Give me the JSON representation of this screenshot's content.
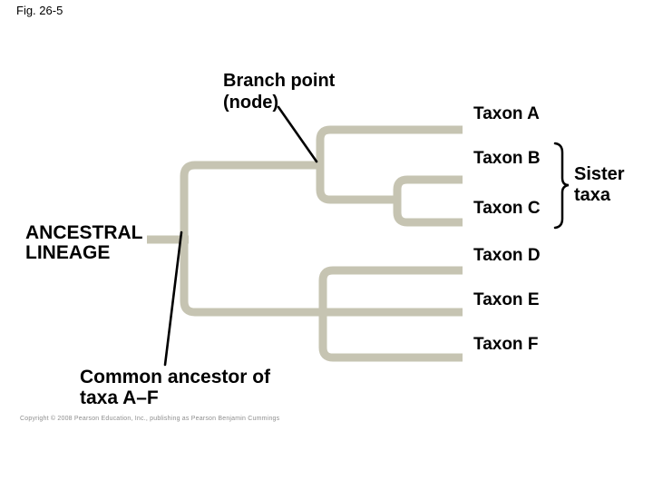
{
  "figure": {
    "id_label": "Fig. 26-5",
    "copyright": "Copyright © 2008 Pearson Education, Inc., publishing as Pearson Benjamin Cummings"
  },
  "diagram": {
    "type": "phylogenetic-tree",
    "newick_as_drawn": "((A,(B,C)),(D,E,F))",
    "annotations": {
      "branch_point": {
        "line1": "Branch point",
        "line2": "(node)"
      },
      "ancestral_lineage": {
        "line1": "ANCESTRAL",
        "line2": "LINEAGE"
      },
      "common_ancestor": {
        "line1": "Common ancestor of",
        "line2": "taxa A–F"
      },
      "sister_taxa": {
        "line1": "Sister",
        "line2": "taxa",
        "applies_to": [
          "Taxon B",
          "Taxon C"
        ]
      }
    },
    "taxa": [
      {
        "label": "Taxon A"
      },
      {
        "label": "Taxon B"
      },
      {
        "label": "Taxon C"
      },
      {
        "label": "Taxon D"
      },
      {
        "label": "Taxon E"
      },
      {
        "label": "Taxon F"
      }
    ]
  },
  "colors": {
    "background": "#ffffff",
    "tree_line": "#c6c4b2",
    "pointer_line": "#000000",
    "label_text": "#000000",
    "copyright_text": "#8f8f8f"
  }
}
